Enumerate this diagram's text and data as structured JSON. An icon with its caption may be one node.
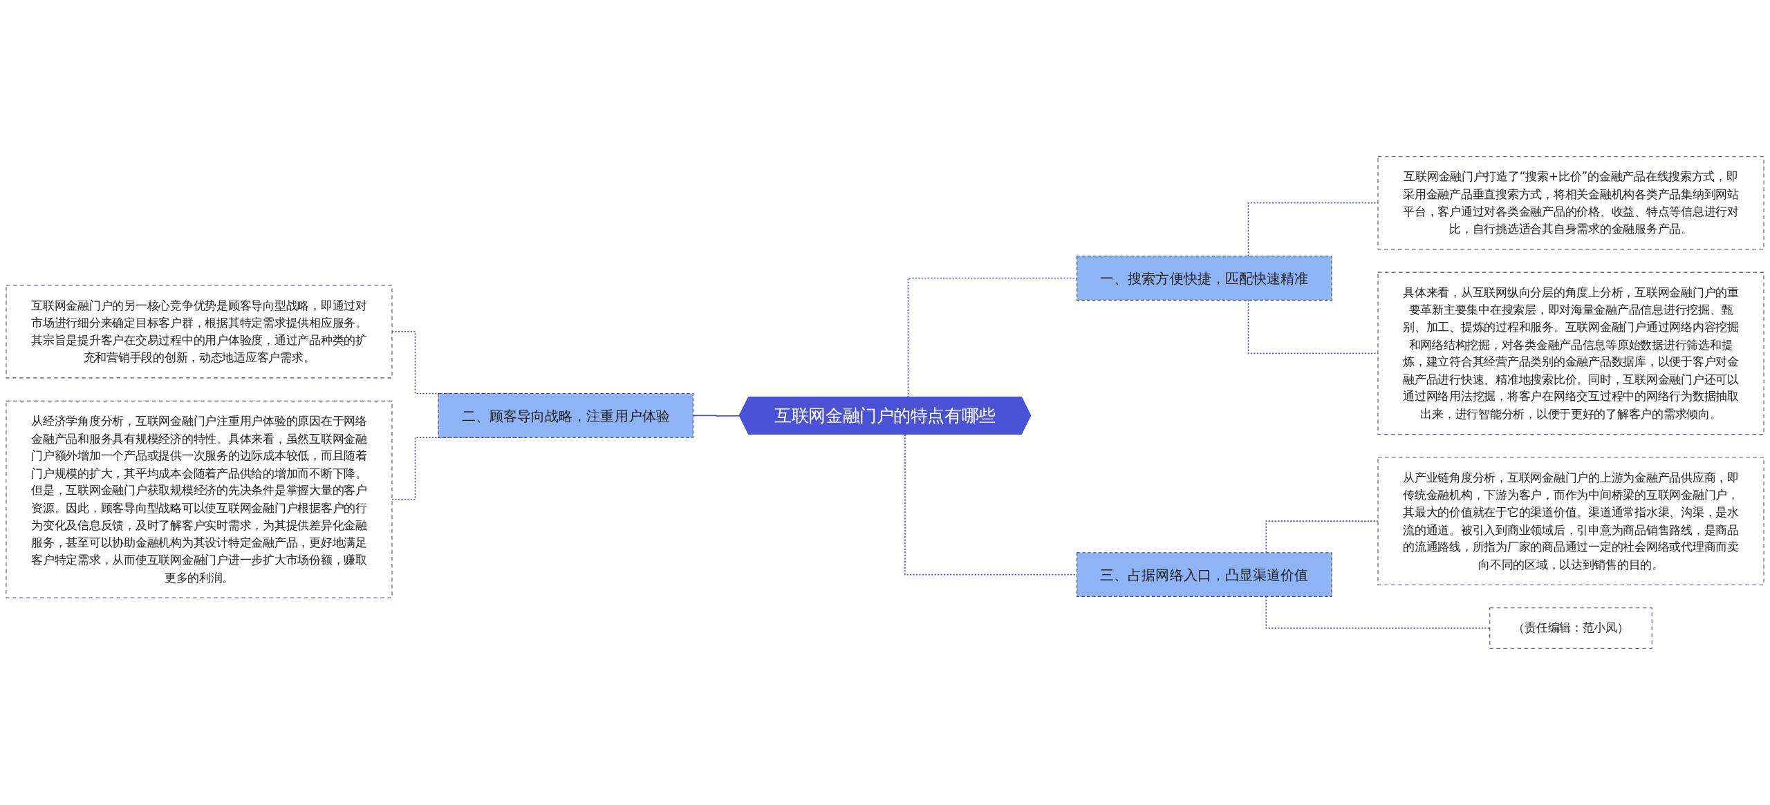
{
  "diagram": {
    "nodes": [
      {
        "text": [
          "互联网金融门户的特点有哪些"
        ]
      },
      {
        "text": [
          "一、搜索方便快捷，匹配快速精准"
        ]
      },
      {
        "text": [
          "互联网金融门户打造了“搜索+比价”的金融产品在线搜索方式，即采用金融产品垂直搜索方式，将相关金融机构各类产品集纳到网站平台，客户通过对各类金融产品的价格、收益、特点等信息进行对比，自行挑选适合其自身需求的金融服务产品。"
        ]
      },
      {
        "text": [
          "具体来看，从互联网纵向分层的角度上分析，互联网金融门户的重要革新主要集中在搜索层，即对海量金融产品信息进行挖掘、甄别、加工、提炼的过程和服务。互联网金融门户通过网络内容挖掘和网络结构挖掘，对各类金融产品信息等原始数据进行筛选和提炼，建立符合其经营产品类别的金融产品数据库，以便于客户对金融产品进行快速、精准地搜索比价。同时，互联网金融门户还可以通过网络用法挖掘，将客户在网络交互过程中的网络行为数据抽取出来，进行智能分析，以便于更好的了解客户的需求倾向。"
        ]
      },
      {
        "text": [
          "二、顾客导向战略，注重用户体验"
        ]
      },
      {
        "text": [
          "互联网金融门户的另一核心竞争优势是顾客导向型战略，即通过对市场进行细分来确定目标客户群，根据其特定需求提供相应服务。其宗旨是提升客户在交易过程中的用户体验度，通过产品种类的扩充和营销手段的创新，动态地适应客户需求。"
        ]
      },
      {
        "text": [
          "从经济学角度分析，互联网金融门户注重用户体验的原因在于网络金融产品和服务具有规模经济的特性。具体来看，虽然互联网金融门户额外增加一个产品或提供一次服务的边际成本较低，而且随着门户规模的扩大，其平均成本会随着产品供给的增加而不断下降。但是，互联网金融门户获取规模经济的先决条件是掌握大量的客户资源。因此，顾客导向型战略可以使互联网金融门户根据客户的行为变化及信息反馈，及时了解客户实时需求，为其提供差异化金融服务，甚至可以协助金融机构为其设计特定金融产品，更好地满足客户特定需求，从而使互联网金融门户进一步扩大市场份额，赚取更多的利润。"
        ]
      },
      {
        "text": [
          "三、占据网络入口，凸显渠道价值"
        ]
      },
      {
        "text": [
          "从产业链角度分析，互联网金融门户的上游为金融产品供应商，即传统金融机构，下游为客户，而作为中间桥梁的互联网金融门户，其最大的价值就在于它的渠道价值。渠道通常指水渠、沟渠，是水流的通道。被引入到商业领域后，引申意为商品销售路线，是商品的流通路线，所指为厂家的商品通过一定的社会网络或代理商而卖向不同的区域，以达到销售的目的。"
        ]
      },
      {
        "text": [
          "（责任编辑：范小凤）"
        ]
      }
    ],
    "edges": [
      {
        "from": 0,
        "to": 1,
        "arrow": "none",
        "style": "dashed"
      },
      {
        "from": 1,
        "to": 2,
        "arrow": "none",
        "style": "dashed"
      },
      {
        "from": 1,
        "to": 3,
        "arrow": "none",
        "style": "dashed"
      },
      {
        "from": 0,
        "to": 4,
        "arrow": "none"
      },
      {
        "from": 4,
        "to": 5,
        "arrow": "none",
        "style": "dashed"
      },
      {
        "from": 4,
        "to": 6,
        "arrow": "none",
        "style": "dashed"
      },
      {
        "from": 0,
        "to": 7,
        "arrow": "none",
        "style": "dashed"
      },
      {
        "from": 7,
        "to": 8,
        "arrow": "none",
        "style": "dashed"
      },
      {
        "from": 7,
        "to": 9,
        "arrow": "none",
        "style": "dashed"
      }
    ]
  }
}
